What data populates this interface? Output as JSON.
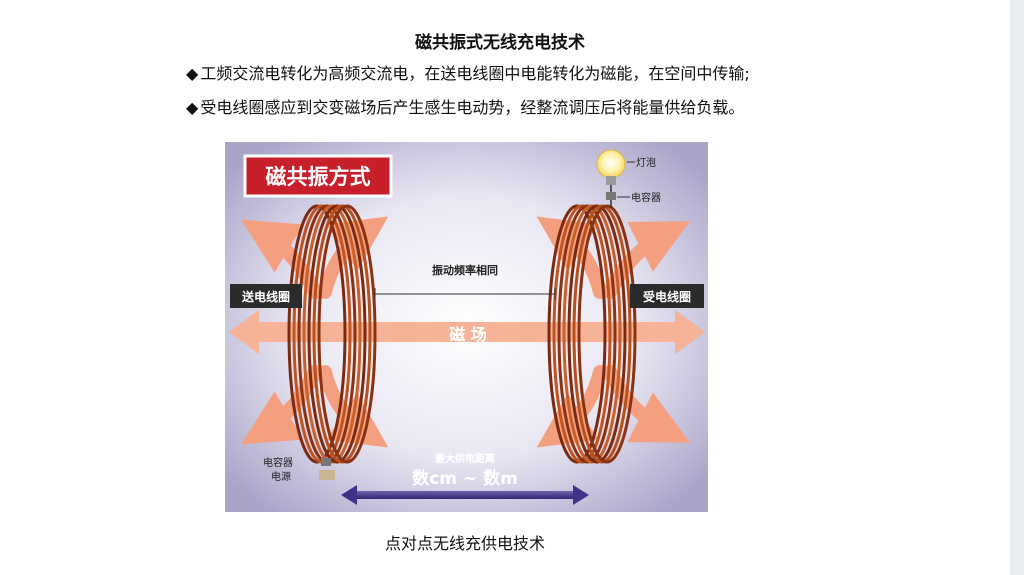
{
  "title": "磁共振式无线充电技术",
  "bullets": [
    {
      "mark": "◆",
      "text": "工频交流电转化为高频交流电，在送电线圈中电能转化为磁能，在空间中传输;"
    },
    {
      "mark": "◆",
      "text": "受电线圈感应到交变磁场后产生感生电动势，经整流调压后将能量供给负载。"
    }
  ],
  "figure": {
    "banner": "磁共振方式",
    "transmit_coil": "送电线圈",
    "receive_coil": "受电线圈",
    "same_frequency": "振动频率相同",
    "magnetic_field": "磁 场",
    "bulb": "灯泡",
    "capacitor_rx": "电容器",
    "capacitor_tx": "电容器",
    "power_source": "电源",
    "max_distance_label": "最大供电距离",
    "distance_range": "数cm ~ 数m",
    "colors": {
      "banner": "#c8202a",
      "coil": "#b4461e",
      "arrow": "#f4a080",
      "distance": "#5a3fa0"
    }
  },
  "caption": "点对点无线充供电技术"
}
